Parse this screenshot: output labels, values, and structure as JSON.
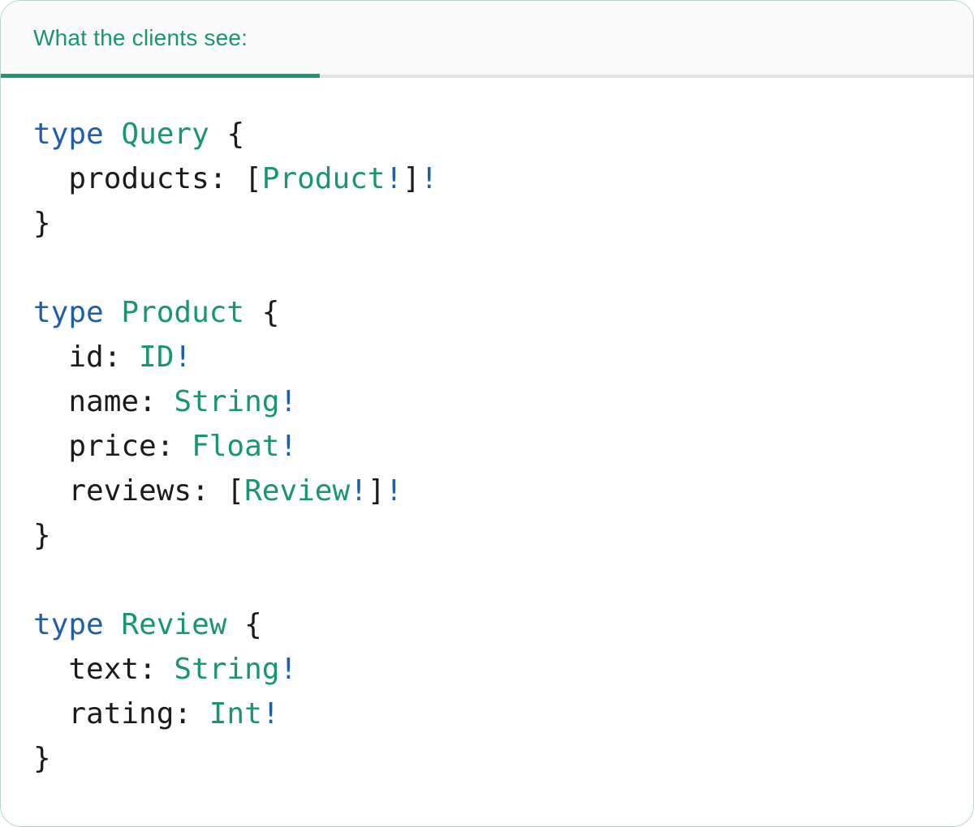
{
  "colors": {
    "accent_teal": "#17976F",
    "keyword_blue": "#1F5FA8",
    "code_text": "#1B1B1B",
    "tab_bg": "#FAFAFA",
    "body_bg": "#FFFFFF",
    "divider_gray": "#E3E3E3",
    "card_border": "#B5D8C6",
    "tab_underline": "#1A9A74"
  },
  "tab": {
    "label": "What the clients see:"
  },
  "code": {
    "language": "graphql-sdl",
    "lines": [
      {
        "tokens": [
          {
            "t": "type",
            "c": "kw"
          },
          {
            "t": " ",
            "c": "plain"
          },
          {
            "t": "Query",
            "c": "type"
          },
          {
            "t": " {",
            "c": "plain"
          }
        ]
      },
      {
        "tokens": [
          {
            "t": "  products: [",
            "c": "plain"
          },
          {
            "t": "Product",
            "c": "type"
          },
          {
            "t": "!",
            "c": "bang"
          },
          {
            "t": "]",
            "c": "plain"
          },
          {
            "t": "!",
            "c": "bang"
          }
        ]
      },
      {
        "tokens": [
          {
            "t": "}",
            "c": "plain"
          }
        ]
      },
      {
        "tokens": []
      },
      {
        "tokens": [
          {
            "t": "type",
            "c": "kw"
          },
          {
            "t": " ",
            "c": "plain"
          },
          {
            "t": "Product",
            "c": "type"
          },
          {
            "t": " {",
            "c": "plain"
          }
        ]
      },
      {
        "tokens": [
          {
            "t": "  id: ",
            "c": "plain"
          },
          {
            "t": "ID",
            "c": "type"
          },
          {
            "t": "!",
            "c": "bang"
          }
        ]
      },
      {
        "tokens": [
          {
            "t": "  name: ",
            "c": "plain"
          },
          {
            "t": "String",
            "c": "type"
          },
          {
            "t": "!",
            "c": "bang"
          }
        ]
      },
      {
        "tokens": [
          {
            "t": "  price: ",
            "c": "plain"
          },
          {
            "t": "Float",
            "c": "type"
          },
          {
            "t": "!",
            "c": "bang"
          }
        ]
      },
      {
        "tokens": [
          {
            "t": "  reviews: [",
            "c": "plain"
          },
          {
            "t": "Review",
            "c": "type"
          },
          {
            "t": "!",
            "c": "bang"
          },
          {
            "t": "]",
            "c": "plain"
          },
          {
            "t": "!",
            "c": "bang"
          }
        ]
      },
      {
        "tokens": [
          {
            "t": "}",
            "c": "plain"
          }
        ]
      },
      {
        "tokens": []
      },
      {
        "tokens": [
          {
            "t": "type",
            "c": "kw"
          },
          {
            "t": " ",
            "c": "plain"
          },
          {
            "t": "Review",
            "c": "type"
          },
          {
            "t": " {",
            "c": "plain"
          }
        ]
      },
      {
        "tokens": [
          {
            "t": "  text: ",
            "c": "plain"
          },
          {
            "t": "String",
            "c": "type"
          },
          {
            "t": "!",
            "c": "bang"
          }
        ]
      },
      {
        "tokens": [
          {
            "t": "  rating: ",
            "c": "plain"
          },
          {
            "t": "Int",
            "c": "type"
          },
          {
            "t": "!",
            "c": "bang"
          }
        ]
      },
      {
        "tokens": [
          {
            "t": "}",
            "c": "plain"
          }
        ]
      }
    ]
  }
}
